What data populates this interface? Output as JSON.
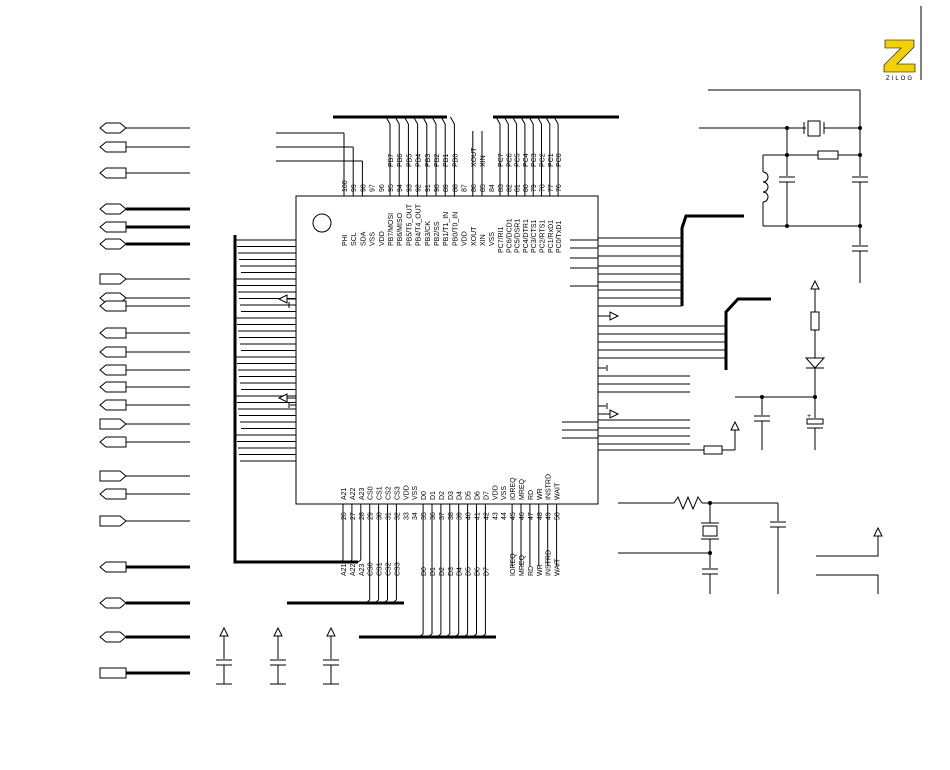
{
  "logo": {
    "letter": "Z",
    "brand": "ZILOG"
  },
  "chip": {
    "top_left": {
      "names": [
        "PHI",
        "SCL",
        "SDA",
        "VSS",
        "VDD",
        "PB7/MOSI",
        "PB6/MISO",
        "PB5/T5_OUT",
        "PB4/T4_OUT",
        "PB3/CK",
        "PB2/SS",
        "PB1/T1_IN",
        "PB0/T0_IN",
        "VDD",
        "XOUT",
        "XIN",
        "VSS"
      ],
      "numbers": [
        "100",
        "99",
        "98",
        "97",
        "96",
        "95",
        "94",
        "93",
        "92",
        "91",
        "90",
        "89",
        "88",
        "87",
        "86",
        "85",
        "84"
      ]
    },
    "top_right": {
      "names": [
        "PC7/RI1",
        "PC6/DCD1",
        "PC5/DSR1",
        "PC4/DTR1",
        "PC3/CTS1",
        "PC2/RTS1",
        "PC1/RxD1",
        "PC0/TxD1"
      ],
      "numbers": [
        "83",
        "82",
        "81",
        "80",
        "79",
        "78",
        "77",
        "76"
      ]
    },
    "bottom": {
      "names": [
        "A21",
        "A22",
        "A23",
        "CS0",
        "CS1",
        "CS2",
        "CS3",
        "VDD",
        "VSS",
        "D0",
        "D1",
        "D2",
        "D3",
        "D4",
        "D5",
        "D6",
        "D7",
        "VDD",
        "VSS",
        "IOREQ",
        "MREQ",
        "RD",
        "WR",
        "INSTRD",
        "WAIT"
      ],
      "numbers": [
        "26",
        "27",
        "28",
        "29",
        "30",
        "31",
        "32",
        "33",
        "34",
        "35",
        "36",
        "37",
        "38",
        "39",
        "40",
        "41",
        "42",
        "43",
        "44",
        "45",
        "46",
        "47",
        "48",
        "49",
        "50"
      ]
    }
  },
  "nets": {
    "top_left": [
      "PB7",
      "PB6",
      "PB5",
      "PB4",
      "PB3",
      "PB2",
      "PB1",
      "PB0",
      "XOUT",
      "XIN"
    ],
    "top_right": [
      "PC7",
      "PC6",
      "PC5",
      "PC4",
      "PC3",
      "PC2",
      "PC1",
      "PC0"
    ],
    "bottom": [
      "A21",
      "A22",
      "A23",
      "CS0",
      "CS1",
      "CS2",
      "CS3",
      "D0",
      "D1",
      "D2",
      "D3",
      "D4",
      "D5",
      "D6",
      "D7",
      "IOREQ",
      "MREQ",
      "RD",
      "WR",
      "INSTRD",
      "WAIT"
    ]
  },
  "misc": {
    "pin1_marker": "100"
  }
}
